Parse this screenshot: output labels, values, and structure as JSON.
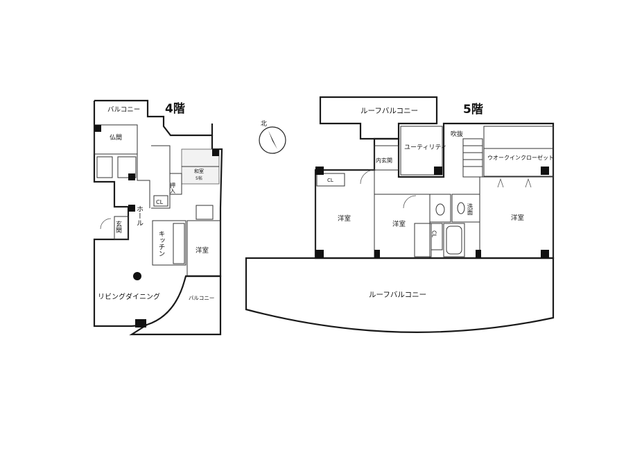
{
  "floor4": {
    "title": "4階",
    "balcony_top": "バルコニー",
    "butsuma": "仏間",
    "washitsu": "和室",
    "washitsu_size": "5帖",
    "oshiire": "押入",
    "cl": "CL",
    "hall": "ホール",
    "genkan": "玄関",
    "kitchen": "キッチン",
    "yoshitsu": "洋室",
    "living": "リビングダイニング",
    "balcony_bottom": "バルコニー"
  },
  "compass": {
    "north": "北"
  },
  "floor5": {
    "title": "5階",
    "roof_balcony_top": "ルーフバルコニー",
    "naigenkan": "内玄関",
    "utility": "ユーティリティ",
    "fukinuke": "吹抜",
    "walkin": "ウオークインクローゼット",
    "cl_left": "CL",
    "yoshitsu_left": "洋室",
    "yoshitsu_mid": "洋室",
    "senmen": "洗面",
    "cl_mid": "CL",
    "yoshitsu_right": "洋室",
    "roof_balcony_bottom": "ルーフバルコニー"
  }
}
